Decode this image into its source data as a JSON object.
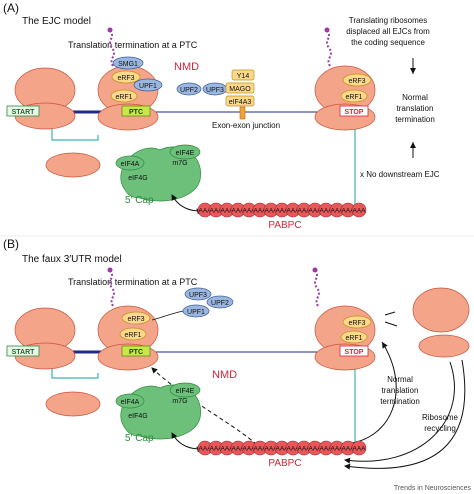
{
  "panel_a": {
    "letter": "(A)",
    "title": "The EJC model",
    "subtitle": "Translation termination at a PTC",
    "nmd": "NMD",
    "start": "START",
    "ptc": "PTC",
    "stop": "STOP",
    "proteins": {
      "smg1": "SMG1",
      "erf3_ptc": "eRF3",
      "erf1_ptc": "eRF1",
      "upf1": "UPF1",
      "upf2": "UPF2",
      "upf3": "UPF3",
      "mago": "MAGO",
      "y14": "Y14",
      "eif4a3": "eIF4A3",
      "erf3_stop": "eRF3",
      "erf1_stop": "eRF1",
      "eif4e": "eIF4E",
      "m7g": "m7G",
      "eif4a": "eIF4A",
      "eif4g": "eIF4G"
    },
    "cap": "5′ Cap",
    "pabpc": "PABPC",
    "polya": [
      "AAA",
      "AAA",
      "AAA",
      "AAA",
      "AAA",
      "AAA",
      "AAA",
      "AAA",
      "AAA",
      "AAA",
      "AAA",
      "AAA",
      "AAA",
      "AAA",
      "AAA"
    ],
    "exon_junction": "Exon-exon junction",
    "note_lines": [
      "Translating ribosomes",
      "displaced all EJCs from",
      "the coding sequence"
    ],
    "normal_lines": [
      "Normal",
      "translation",
      "termination"
    ],
    "no_ejc": "x  No downstream EJC"
  },
  "panel_b": {
    "letter": "(B)",
    "title": "The faux 3′UTR model",
    "subtitle": "Translation termination at a PTC",
    "nmd": "NMD",
    "start": "START",
    "ptc": "PTC",
    "stop": "STOP",
    "proteins": {
      "upf3": "UPF3",
      "upf2": "UPF2",
      "upf1": "UPF1",
      "erf3_ptc": "eRF3",
      "erf1_ptc": "eRF1",
      "erf3_stop": "eRF3",
      "erf1_stop": "eRF1",
      "eif4e": "eIF4E",
      "m7g": "m7G",
      "eif4a": "eIF4A",
      "eif4g": "eIF4G"
    },
    "cap": "5′ Cap",
    "pabpc": "PABPC",
    "polya": [
      "AAA",
      "AAA",
      "AAA",
      "AAA",
      "AAA",
      "AAA",
      "AAA",
      "AAA",
      "AAA",
      "AAA",
      "AAA",
      "AAA",
      "AAA",
      "AAA",
      "AAA"
    ],
    "normal_lines": [
      "Normal",
      "translation",
      "termination"
    ],
    "recycling_lines": [
      "Ribosome",
      "recycling"
    ]
  },
  "footer": "Trends in Neurosciences",
  "colors": {
    "ribosome": "#f4a488",
    "ribosome_stroke": "#c8553d",
    "blue": "#9bb7e0",
    "yellow": "#fbd98a",
    "green": "#6cc07a",
    "green_dark": "#2e8b3e",
    "mrna": "#1f2a8a",
    "loop": "#3ab5b0",
    "pabpc": "#e8585b",
    "nmd": "#d6253c",
    "peptide": "#9b3aa0"
  }
}
